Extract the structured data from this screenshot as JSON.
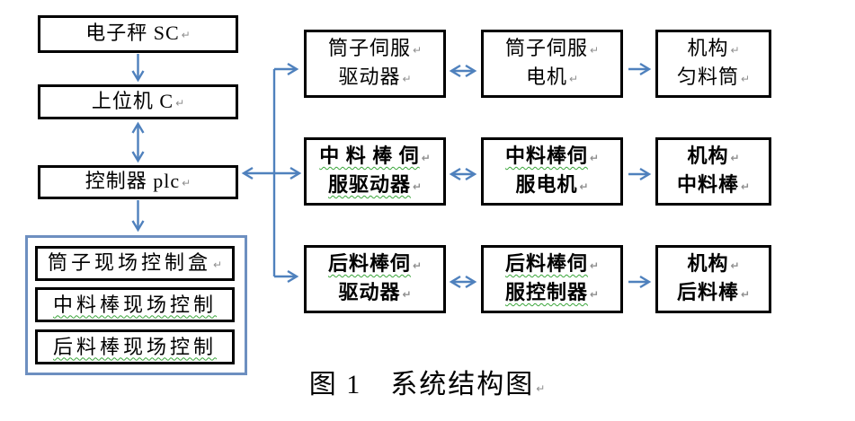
{
  "figure": {
    "caption": "图 1　系统结构图"
  },
  "marks": {
    "return": "↵"
  },
  "colors": {
    "accent_blue": "#4f81bd",
    "box_border": "#000000",
    "group_border": "#6d8fc0",
    "spellcheck_underline": "#3aa53a",
    "background": "#ffffff"
  },
  "left_column": {
    "scale_box": "电子秤 SC",
    "host_box": "上位机 C",
    "controller_box": "控制器 plc"
  },
  "field_control_group": {
    "items": [
      "筒子现场控制盒",
      "中料棒现场控制",
      "后料棒现场控制"
    ]
  },
  "servo_rows": [
    {
      "driver": [
        "筒子伺服",
        "驱动器"
      ],
      "motor": [
        "筒子伺服",
        "电机"
      ],
      "mechanism": [
        "机构",
        "匀料筒"
      ]
    },
    {
      "driver": [
        "中 料 棒 伺",
        "服驱动器"
      ],
      "motor": [
        "中料棒伺",
        "服电机"
      ],
      "mechanism": [
        "机构",
        "中料棒"
      ]
    },
    {
      "driver": [
        "后料棒伺",
        "驱动器"
      ],
      "motor": [
        "后料棒伺",
        "服控制器"
      ],
      "mechanism": [
        "机构",
        "后料棒"
      ]
    }
  ]
}
